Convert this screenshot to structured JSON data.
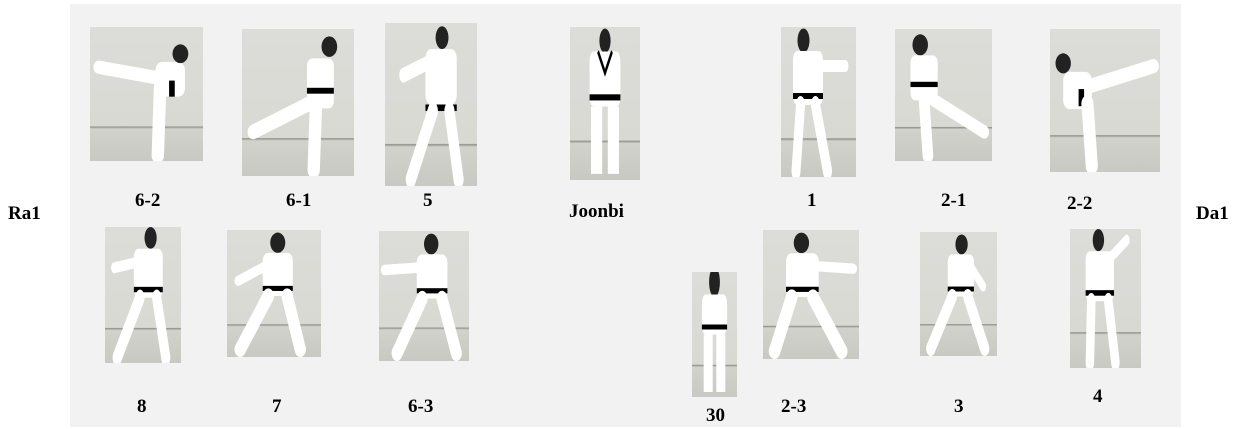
{
  "side_labels": {
    "left": "Ra1",
    "right": "Da1"
  },
  "poses": {
    "p62": {
      "label": "6-2",
      "icon": "side-kick-left-figure-icon"
    },
    "p61": {
      "label": "6-1",
      "icon": "low-kick-left-figure-icon"
    },
    "p5": {
      "label": "5",
      "icon": "block-stance-figure-icon"
    },
    "joonbi": {
      "label": "Joonbi",
      "icon": "ready-stance-figure-icon"
    },
    "p1": {
      "label": "1",
      "icon": "low-block-figure-icon"
    },
    "p21": {
      "label": "2-1",
      "icon": "low-kick-right-figure-icon"
    },
    "p22": {
      "label": "2-2",
      "icon": "side-kick-right-figure-icon"
    },
    "p8": {
      "label": "8",
      "icon": "back-stance-figure-icon"
    },
    "p7": {
      "label": "7",
      "icon": "knife-hand-figure-icon"
    },
    "p63": {
      "label": "6-3",
      "icon": "punch-left-figure-icon"
    },
    "p30": {
      "label": "30",
      "icon": "back-view-figure-icon"
    },
    "p23": {
      "label": "2-3",
      "icon": "punch-right-figure-icon"
    },
    "p3": {
      "label": "3",
      "icon": "walking-stance-figure-icon"
    },
    "p4": {
      "label": "4",
      "icon": "high-block-figure-icon"
    }
  }
}
